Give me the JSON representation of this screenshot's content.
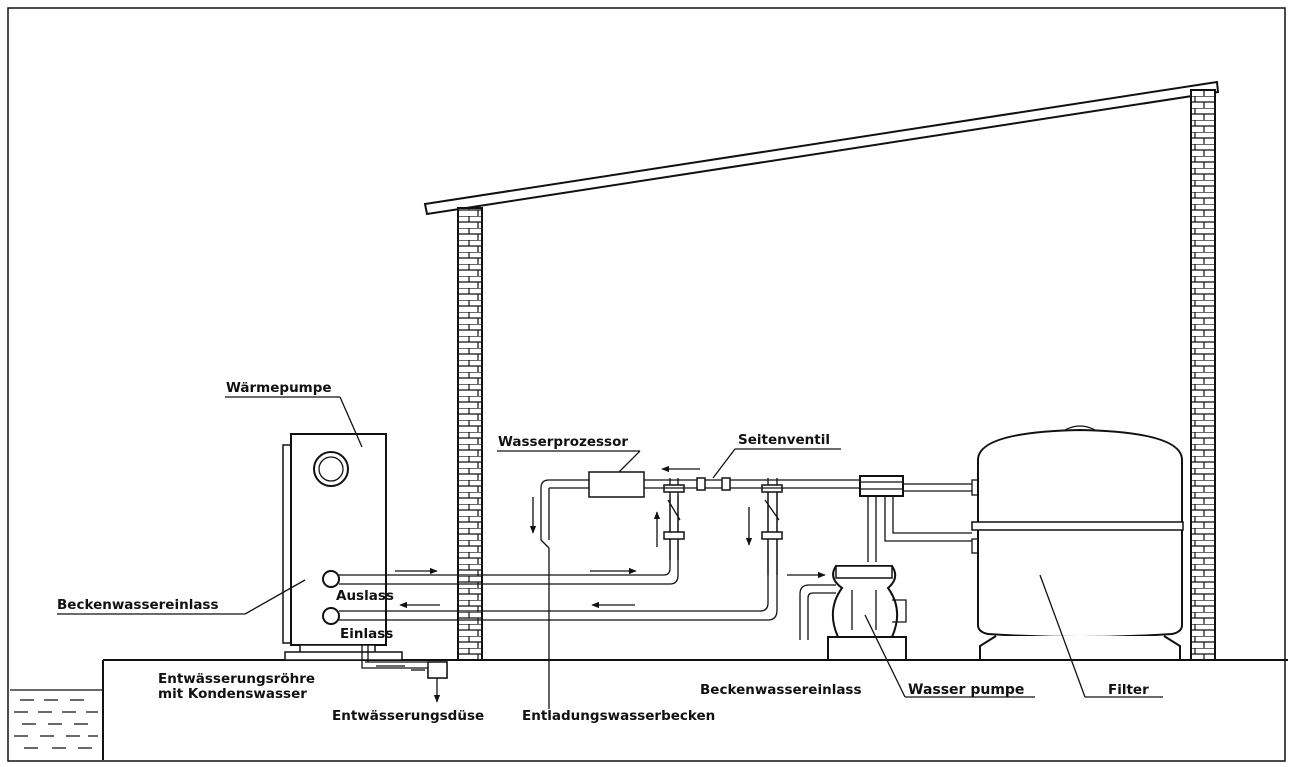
{
  "labels": {
    "waermepumpe": "Wärmepumpe",
    "wasserprozessor": "Wasserprozessor",
    "seitenventil": "Seitenventil",
    "beckenwassereinlass_left": "Beckenwassereinlass",
    "auslass": "Auslass",
    "einlass": "Einlass",
    "entwaesserungsroehre_1": "Entwässerungsröhre",
    "entwaesserungsroehre_2": "mit Kondenswasser",
    "entwaesserungsduese": "Entwässerungsdüse",
    "entladungswasserbecken": "Entladungswasserbecken",
    "beckenwassereinlass_right": "Beckenwassereinlass",
    "wasser_pumpe": "Wasser pumpe",
    "filter": "Filter"
  },
  "colors": {
    "line": "#111111",
    "background": "#ffffff"
  }
}
